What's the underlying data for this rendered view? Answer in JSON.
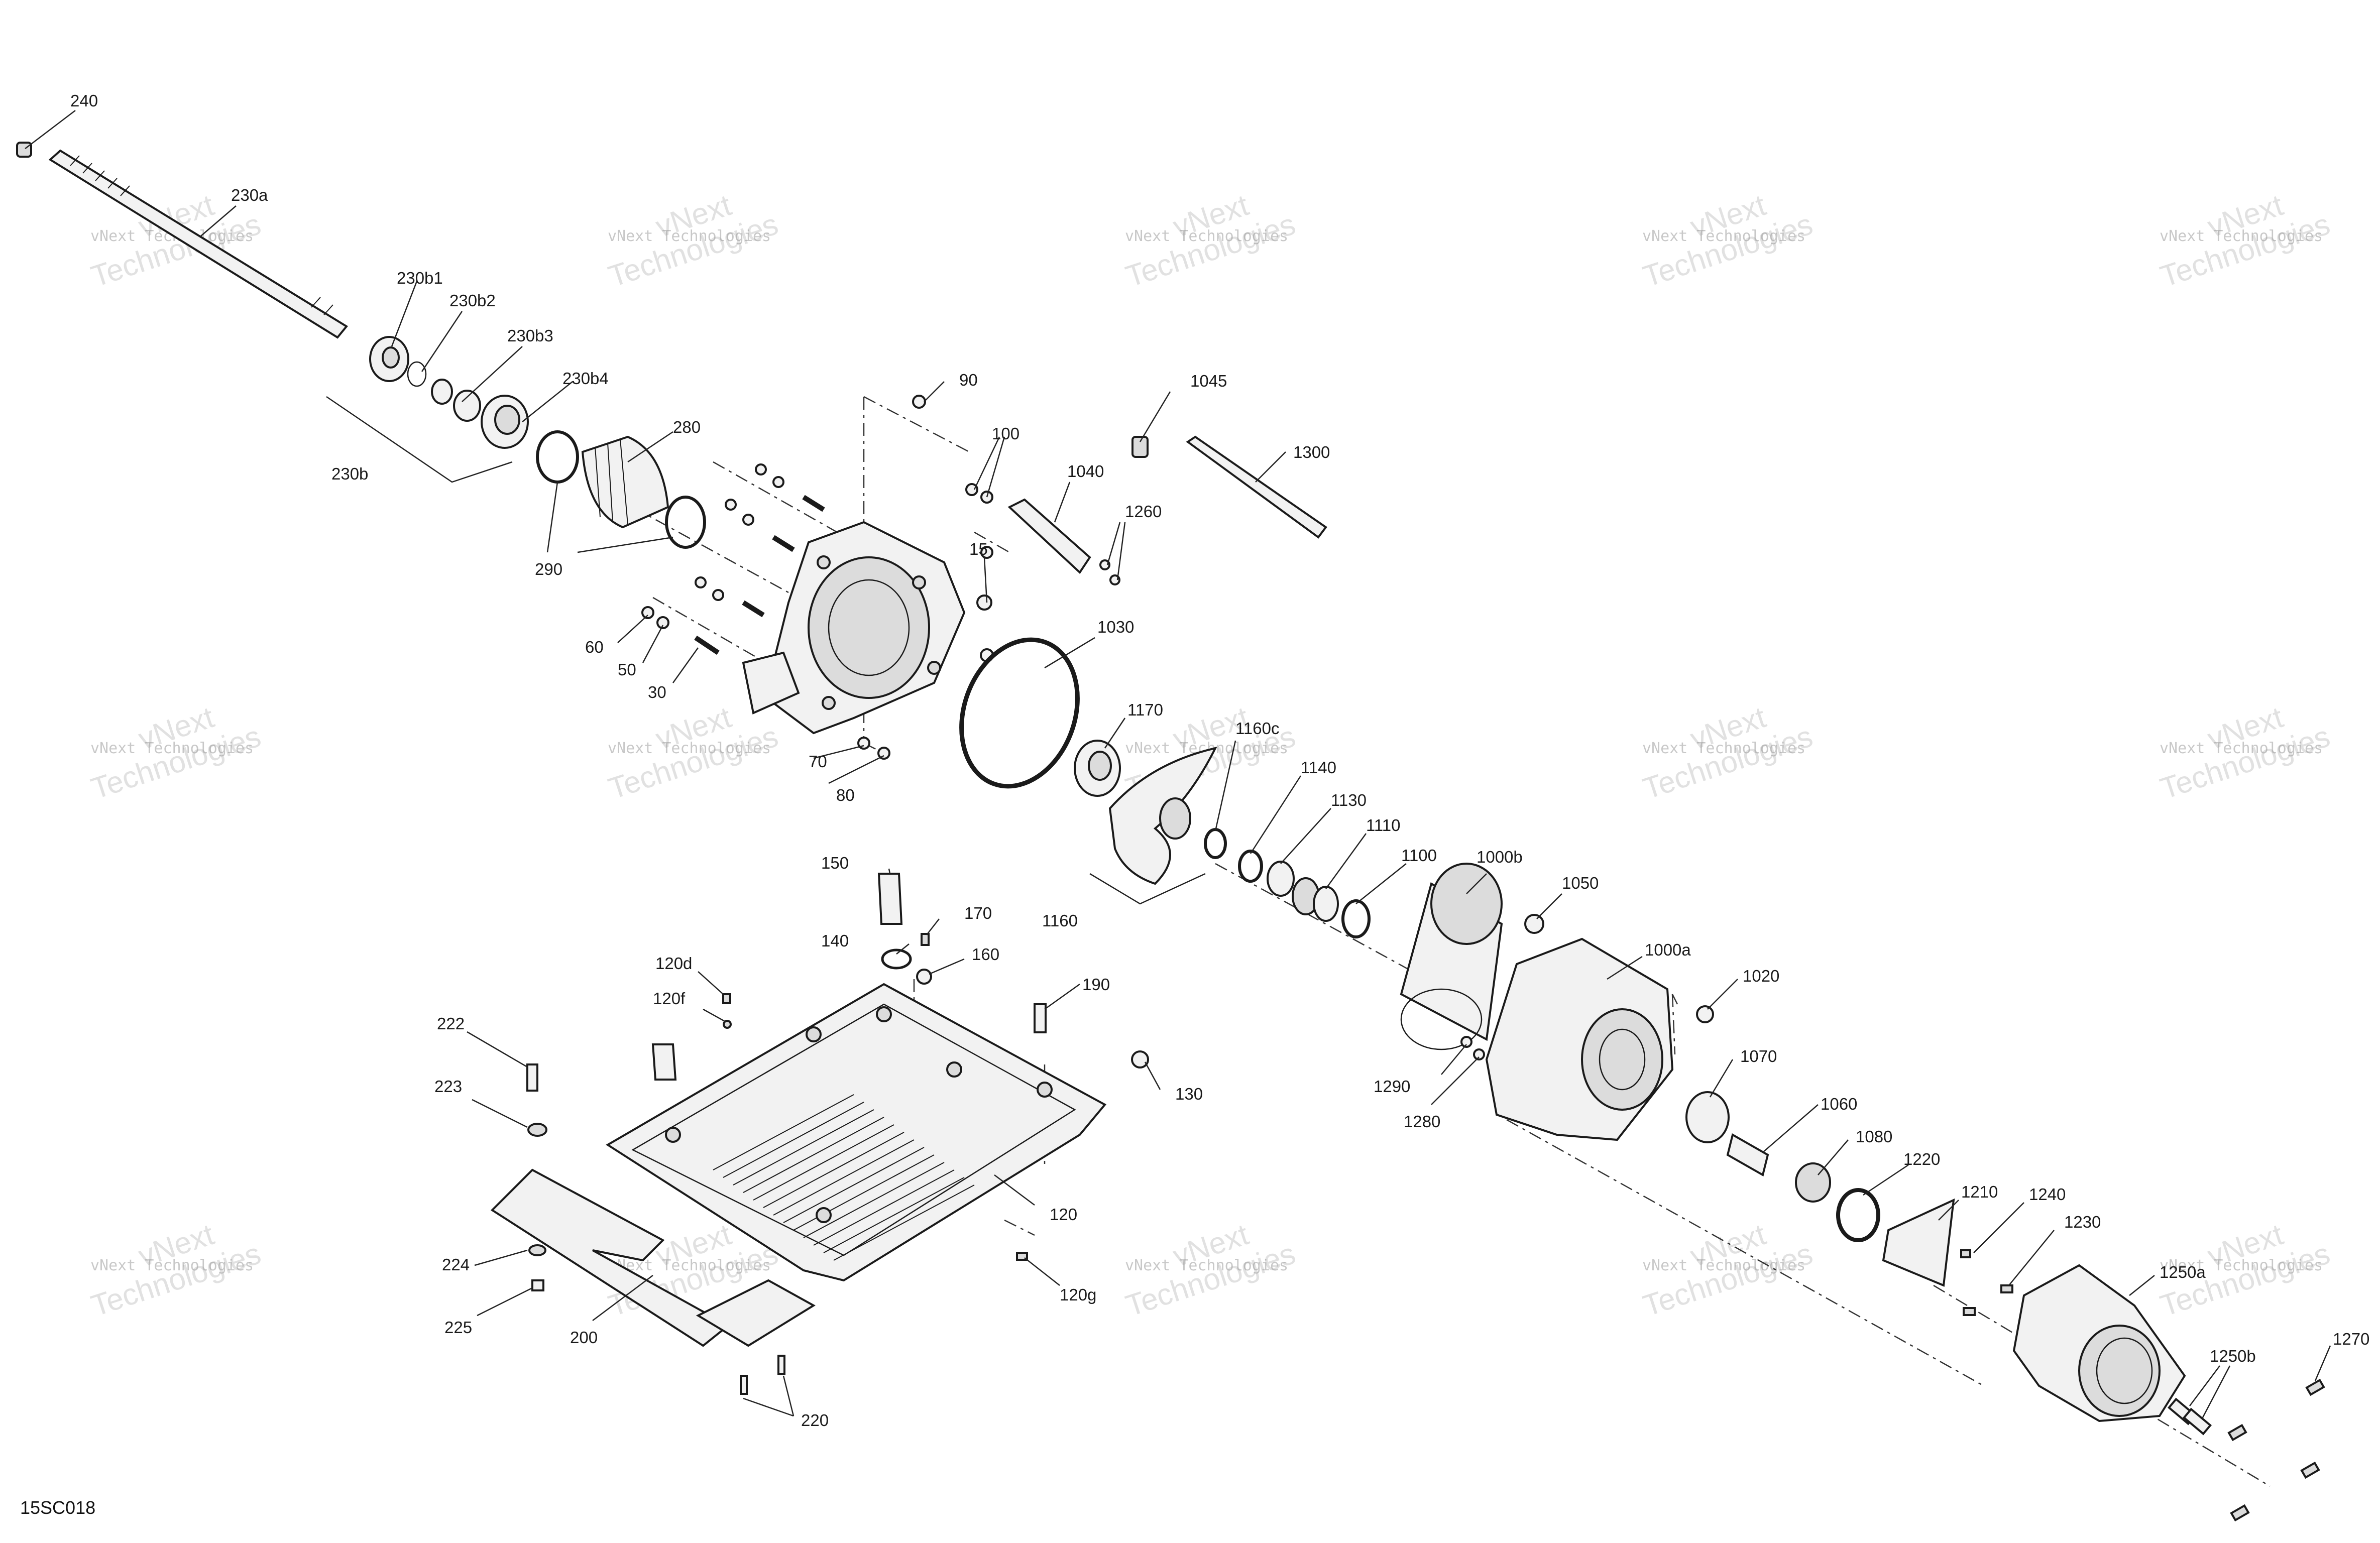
{
  "diagram_code": "15SC018",
  "watermark": {
    "line1": "vNext Technologies",
    "line2_a": "vNext",
    "line2_b": "Technologies"
  },
  "callouts": [
    "240",
    "230a",
    "230b1",
    "230b2",
    "230b3",
    "230b4",
    "230b",
    "280",
    "290",
    "90",
    "100",
    "1040",
    "1045",
    "1300",
    "1260",
    "15",
    "60",
    "50",
    "30",
    "70",
    "80",
    "1030",
    "1170",
    "1160c",
    "1140",
    "1130",
    "1110",
    "1100",
    "1160",
    "1000b",
    "1050",
    "1000a",
    "1020",
    "1290",
    "1280",
    "1070",
    "1060",
    "1080",
    "1220",
    "1210",
    "1240",
    "1230",
    "1250a",
    "1250b",
    "1270",
    "150",
    "170",
    "140",
    "160",
    "120d",
    "120f",
    "190",
    "222",
    "223",
    "130",
    "120",
    "224",
    "225",
    "200",
    "120g",
    "220"
  ]
}
